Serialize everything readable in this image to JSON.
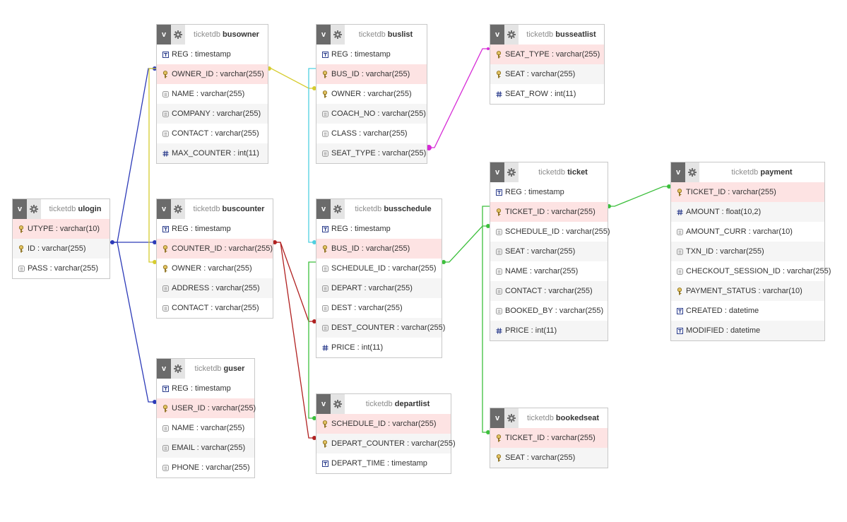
{
  "icons": {
    "collapse_label": "v",
    "settings": "gear-icon",
    "types": {
      "timestamp": "timestamp-icon",
      "key": "key-icon",
      "text": "text-icon",
      "number": "number-icon"
    }
  },
  "colors": {
    "header_button": "#6b6b6b",
    "key_row_bg": "#fde3e3",
    "alt_row_bg": "#f5f5f5",
    "link_ulogin": "#2c3ab8",
    "link_owner": "#d6cc2e",
    "link_bus": "#4fd0e0",
    "link_seat": "#d62ad6",
    "link_counter": "#b02020",
    "link_schedule": "#3cbf3c"
  },
  "tables": {
    "ulogin": {
      "db": "ticketdb",
      "name": "ulogin",
      "columns": [
        {
          "text": "UTYPE : varchar(10)",
          "icon": "key"
        },
        {
          "text": "ID : varchar(255)",
          "icon": "key"
        },
        {
          "text": "PASS : varchar(255)",
          "icon": "text"
        }
      ]
    },
    "busowner": {
      "db": "ticketdb",
      "name": "busowner",
      "columns": [
        {
          "text": "REG : timestamp",
          "icon": "timestamp"
        },
        {
          "text": "OWNER_ID : varchar(255)",
          "icon": "key"
        },
        {
          "text": "NAME : varchar(255)",
          "icon": "text"
        },
        {
          "text": "COMPANY : varchar(255)",
          "icon": "text"
        },
        {
          "text": "CONTACT : varchar(255)",
          "icon": "text"
        },
        {
          "text": "MAX_COUNTER : int(11)",
          "icon": "number"
        }
      ]
    },
    "buscounter": {
      "db": "ticketdb",
      "name": "buscounter",
      "columns": [
        {
          "text": "REG : timestamp",
          "icon": "timestamp"
        },
        {
          "text": "COUNTER_ID : varchar(255)",
          "icon": "key"
        },
        {
          "text": "OWNER : varchar(255)",
          "icon": "key"
        },
        {
          "text": "ADDRESS : varchar(255)",
          "icon": "text"
        },
        {
          "text": "CONTACT : varchar(255)",
          "icon": "text"
        }
      ]
    },
    "guser": {
      "db": "ticketdb",
      "name": "guser",
      "columns": [
        {
          "text": "REG : timestamp",
          "icon": "timestamp"
        },
        {
          "text": "USER_ID : varchar(255)",
          "icon": "key"
        },
        {
          "text": "NAME : varchar(255)",
          "icon": "text"
        },
        {
          "text": "EMAIL : varchar(255)",
          "icon": "text"
        },
        {
          "text": "PHONE : varchar(255)",
          "icon": "text"
        }
      ]
    },
    "buslist": {
      "db": "ticketdb",
      "name": "buslist",
      "columns": [
        {
          "text": "REG : timestamp",
          "icon": "timestamp"
        },
        {
          "text": "BUS_ID : varchar(255)",
          "icon": "key"
        },
        {
          "text": "OWNER : varchar(255)",
          "icon": "key"
        },
        {
          "text": "COACH_NO : varchar(255)",
          "icon": "text"
        },
        {
          "text": "CLASS : varchar(255)",
          "icon": "text"
        },
        {
          "text": "SEAT_TYPE : varchar(255)",
          "icon": "text"
        }
      ]
    },
    "busschedule": {
      "db": "ticketdb",
      "name": "busschedule",
      "columns": [
        {
          "text": "REG : timestamp",
          "icon": "timestamp"
        },
        {
          "text": "BUS_ID : varchar(255)",
          "icon": "key"
        },
        {
          "text": "SCHEDULE_ID : varchar(255)",
          "icon": "text"
        },
        {
          "text": "DEPART : varchar(255)",
          "icon": "text"
        },
        {
          "text": "DEST : varchar(255)",
          "icon": "text"
        },
        {
          "text": "DEST_COUNTER : varchar(255)",
          "icon": "text"
        },
        {
          "text": "PRICE : int(11)",
          "icon": "number"
        }
      ]
    },
    "departlist": {
      "db": "ticketdb",
      "name": "departlist",
      "columns": [
        {
          "text": "SCHEDULE_ID : varchar(255)",
          "icon": "key"
        },
        {
          "text": "DEPART_COUNTER : varchar(255)",
          "icon": "key"
        },
        {
          "text": "DEPART_TIME : timestamp",
          "icon": "timestamp"
        }
      ]
    },
    "busseatlist": {
      "db": "ticketdb",
      "name": "busseatlist",
      "columns": [
        {
          "text": "SEAT_TYPE : varchar(255)",
          "icon": "key"
        },
        {
          "text": "SEAT : varchar(255)",
          "icon": "key"
        },
        {
          "text": "SEAT_ROW : int(11)",
          "icon": "number"
        }
      ]
    },
    "ticket": {
      "db": "ticketdb",
      "name": "ticket",
      "columns": [
        {
          "text": "REG : timestamp",
          "icon": "timestamp"
        },
        {
          "text": "TICKET_ID : varchar(255)",
          "icon": "key"
        },
        {
          "text": "SCHEDULE_ID : varchar(255)",
          "icon": "text"
        },
        {
          "text": "SEAT : varchar(255)",
          "icon": "text"
        },
        {
          "text": "NAME : varchar(255)",
          "icon": "text"
        },
        {
          "text": "CONTACT : varchar(255)",
          "icon": "text"
        },
        {
          "text": "BOOKED_BY : varchar(255)",
          "icon": "text"
        },
        {
          "text": "PRICE : int(11)",
          "icon": "number"
        }
      ]
    },
    "bookedseat": {
      "db": "ticketdb",
      "name": "bookedseat",
      "columns": [
        {
          "text": "TICKET_ID : varchar(255)",
          "icon": "key"
        },
        {
          "text": "SEAT : varchar(255)",
          "icon": "key"
        }
      ]
    },
    "payment": {
      "db": "ticketdb",
      "name": "payment",
      "columns": [
        {
          "text": "TICKET_ID : varchar(255)",
          "icon": "key"
        },
        {
          "text": "AMOUNT : float(10,2)",
          "icon": "number"
        },
        {
          "text": "AMOUNT_CURR : varchar(10)",
          "icon": "text"
        },
        {
          "text": "TXN_ID : varchar(255)",
          "icon": "text"
        },
        {
          "text": "CHECKOUT_SESSION_ID : varchar(255)",
          "icon": "text"
        },
        {
          "text": "PAYMENT_STATUS : varchar(10)",
          "icon": "key"
        },
        {
          "text": "CREATED : datetime",
          "icon": "timestamp"
        },
        {
          "text": "MODIFIED : datetime",
          "icon": "timestamp"
        }
      ]
    }
  }
}
